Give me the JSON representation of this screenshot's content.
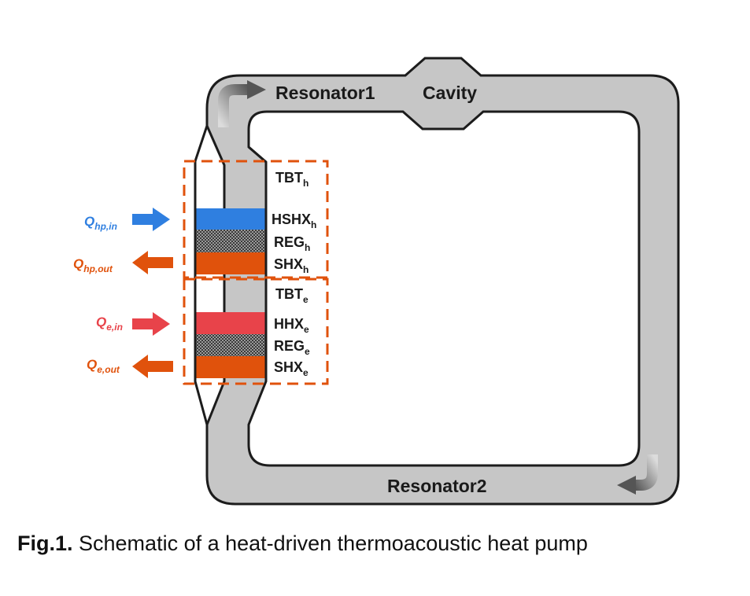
{
  "labels": {
    "resonator1": "Resonator1",
    "cavity": "Cavity",
    "resonator2": "Resonator2"
  },
  "components": {
    "tbt_h": {
      "main": "TBT",
      "sub": "h"
    },
    "hshx_h": {
      "main": "HSHX",
      "sub": "h"
    },
    "reg_h": {
      "main": "REG",
      "sub": "h"
    },
    "shx_h": {
      "main": "SHX",
      "sub": "h"
    },
    "tbt_e": {
      "main": "TBT",
      "sub": "e"
    },
    "hhx_e": {
      "main": "HHX",
      "sub": "e"
    },
    "reg_e": {
      "main": "REG",
      "sub": "e"
    },
    "shx_e": {
      "main": "SHX",
      "sub": "e"
    }
  },
  "heat_flows": {
    "q_hp_in": {
      "main": "Q",
      "sub": "hp,in",
      "color": "#2f7fe0",
      "direction": "in"
    },
    "q_hp_out": {
      "main": "Q",
      "sub": "hp,out",
      "color": "#e0520c",
      "direction": "out"
    },
    "q_e_in": {
      "main": "Q",
      "sub": "e,in",
      "color": "#e8434a",
      "direction": "in"
    },
    "q_e_out": {
      "main": "Q",
      "sub": "e,out",
      "color": "#e0520c",
      "direction": "out"
    }
  },
  "colors": {
    "tube": "#c6c6c6",
    "outline": "#1c1c1c",
    "hot_exchanger_blue": "#2f7fe0",
    "hot_exchanger_red": "#e8434a",
    "secondary_exchanger": "#e0520c",
    "dashed_box": "#e0520c"
  },
  "caption": {
    "label": "Fig.1.",
    "text": " Schematic of a heat-driven thermoacoustic heat pump"
  }
}
